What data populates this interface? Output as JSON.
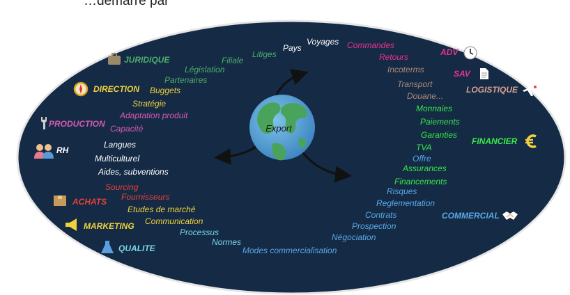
{
  "header_fragment": "…démarre par",
  "center": {
    "label": "Export"
  },
  "colors": {
    "ellipse": "#142a45",
    "ellipse_border": "#e6e6e6",
    "gray": "#c8c8c8",
    "green": "#4cae6a",
    "yellow": "#f0d23c",
    "pink": "#d65ab0",
    "white": "#ffffff",
    "red": "#e8413a",
    "cyan": "#7ad6e6",
    "blue": "#5aa8e6",
    "lime": "#38e848",
    "muted": "#b08a7a"
  },
  "departments": [
    {
      "id": "juridique",
      "label": "JURIDIQUE",
      "icon": "briefcase-icon",
      "color": "#4cae6a"
    },
    {
      "id": "direction",
      "label": "DIRECTION",
      "icon": "compass-icon",
      "color": "#f0d23c"
    },
    {
      "id": "production",
      "label": "PRODUCTION",
      "icon": "wrench-icon",
      "color": "#d65ab0"
    },
    {
      "id": "rh",
      "label": "RH",
      "icon": "people-icon",
      "color": "#ffffff"
    },
    {
      "id": "achats",
      "label": "ACHATS",
      "icon": "box-icon",
      "color": "#e8413a"
    },
    {
      "id": "marketing",
      "label": "MARKETING",
      "icon": "megaphone-icon",
      "color": "#f0d23c"
    },
    {
      "id": "qualite",
      "label": "QUALITE",
      "icon": "flask-icon",
      "color": "#7ad6e6"
    },
    {
      "id": "adv",
      "label": "ADV",
      "icon": "clock-icon",
      "color": "#e8338a"
    },
    {
      "id": "sav",
      "label": "SAV",
      "icon": "document-icon",
      "color": "#e8338a"
    },
    {
      "id": "logistique",
      "label": "LOGISTIQUE",
      "icon": "airplane-icon",
      "color": "#d8a090"
    },
    {
      "id": "financier",
      "label": "FINANCIER",
      "icon": "euro-icon",
      "color": "#38e848"
    },
    {
      "id": "commercial",
      "label": "COMMERCIAL",
      "icon": "handshake-icon",
      "color": "#5aa8e6"
    }
  ],
  "words": [
    {
      "text": "Pays",
      "color": "#ffffff"
    },
    {
      "text": "Voyages",
      "color": "#ffffff"
    },
    {
      "text": "Litiges",
      "color": "#4cae6a"
    },
    {
      "text": "Filiale",
      "color": "#4cae6a"
    },
    {
      "text": "Législation",
      "color": "#4cae6a"
    },
    {
      "text": "Partenaires",
      "color": "#4cae6a"
    },
    {
      "text": "Buggets",
      "color": "#f0d23c"
    },
    {
      "text": "Stratégie",
      "color": "#f0d23c"
    },
    {
      "text": "Adaptation produit",
      "color": "#d65ab0"
    },
    {
      "text": "Capacité",
      "color": "#d65ab0"
    },
    {
      "text": "Langues",
      "color": "#ffffff"
    },
    {
      "text": "Multiculturel",
      "color": "#ffffff"
    },
    {
      "text": "Aides, subventions",
      "color": "#ffffff"
    },
    {
      "text": "Sourcing",
      "color": "#e8413a"
    },
    {
      "text": "Fournisseurs",
      "color": "#e8413a"
    },
    {
      "text": "Etudes de marché",
      "color": "#f0d23c"
    },
    {
      "text": "Communication",
      "color": "#f0d23c"
    },
    {
      "text": "Processus",
      "color": "#7ad6e6"
    },
    {
      "text": "Normes",
      "color": "#7ad6e6"
    },
    {
      "text": "Modes commercialisation",
      "color": "#5aa8e6"
    },
    {
      "text": "Commandes",
      "color": "#e8338a"
    },
    {
      "text": "Retours",
      "color": "#e8338a"
    },
    {
      "text": "Incoterms",
      "color": "#b08a7a"
    },
    {
      "text": "Transport",
      "color": "#b08a7a"
    },
    {
      "text": "Douane...",
      "color": "#b08a7a"
    },
    {
      "text": "Monnaies",
      "color": "#38e848"
    },
    {
      "text": "Paiements",
      "color": "#38e848"
    },
    {
      "text": "Garanties",
      "color": "#38e848"
    },
    {
      "text": "TVA",
      "color": "#38e848"
    },
    {
      "text": "Offre",
      "color": "#5aa8e6"
    },
    {
      "text": "Assurances",
      "color": "#38e848"
    },
    {
      "text": "Financements",
      "color": "#38e848"
    },
    {
      "text": "Risques",
      "color": "#5aa8e6"
    },
    {
      "text": "Reglementation",
      "color": "#5aa8e6"
    },
    {
      "text": "Contrats",
      "color": "#5aa8e6"
    },
    {
      "text": "Prospection",
      "color": "#5aa8e6"
    },
    {
      "text": "Négociation",
      "color": "#5aa8e6"
    }
  ]
}
